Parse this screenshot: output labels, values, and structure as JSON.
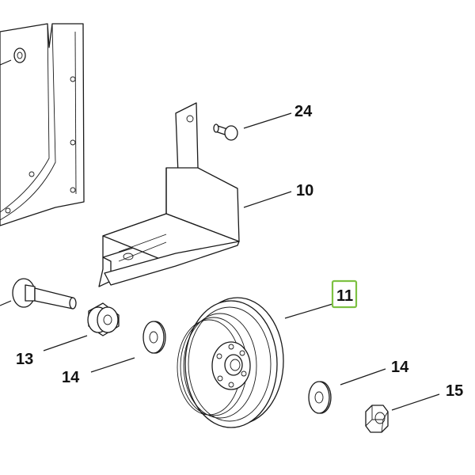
{
  "callouts": {
    "c24": "24",
    "c10": "10",
    "c11": "11",
    "c13": "13",
    "c14a": "14",
    "c14b": "14",
    "c15": "15"
  },
  "colors": {
    "highlight": "#7dc142",
    "line": "#1a1a1a"
  }
}
